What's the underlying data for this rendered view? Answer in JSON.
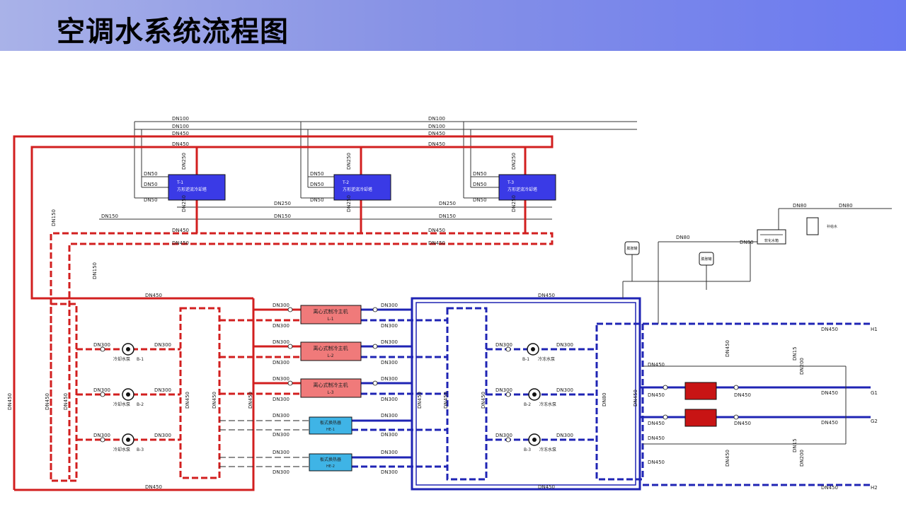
{
  "page": {
    "title": "空调水系统流程图"
  },
  "colors": {
    "condenser_water": "#d21f1f",
    "chilled_water": "#1f24b4",
    "tower_fill": "#3a3ae6",
    "chiller_fill": "#f07a7a",
    "heat_exchanger_fill": "#3fb4e6",
    "manifold_fill": "#c81414",
    "header_gradient_start": "#a9b2e8",
    "header_gradient_end": "#6a79f0"
  },
  "cooling_towers": [
    {
      "tag": "T-1",
      "name": "方形逆流冷却塔"
    },
    {
      "tag": "T-2",
      "name": "方形逆流冷却塔"
    },
    {
      "tag": "T-3",
      "name": "方形逆流冷却塔"
    }
  ],
  "chillers": [
    {
      "tag": "L-1",
      "name": "离心式制冷主机"
    },
    {
      "tag": "L-2",
      "name": "离心式制冷主机"
    },
    {
      "tag": "L-3",
      "name": "离心式制冷主机"
    }
  ],
  "heat_exchangers": [
    {
      "tag": "HE-1",
      "name": "板式换热器"
    },
    {
      "tag": "HE-2",
      "name": "板式换热器"
    }
  ],
  "cooling_pumps": [
    {
      "tag": "B-1",
      "name": "冷却水泵"
    },
    {
      "tag": "B-2",
      "name": "冷却水泵"
    },
    {
      "tag": "B-3",
      "name": "冷却水泵"
    }
  ],
  "chilled_pumps": [
    {
      "tag": "B-1",
      "name": "冷冻水泵"
    },
    {
      "tag": "B-2",
      "name": "冷冻水泵"
    },
    {
      "tag": "B-3",
      "name": "冷冻水泵"
    }
  ],
  "pipe_labels": {
    "dn100": "DN100",
    "dn450": "DN450",
    "dn250": "DN250",
    "dn150": "DN150",
    "dn50": "DN50",
    "dn300": "DN300",
    "dn80": "DN80",
    "dn200": "DN200",
    "dn15": "DN15"
  },
  "expansion_tanks": [
    "膨胀罐",
    "膨胀罐"
  ],
  "water_treatment": "软化水箱",
  "makeup_water": "补给水",
  "circuits": [
    "H1",
    "G1",
    "G2",
    "H2"
  ]
}
